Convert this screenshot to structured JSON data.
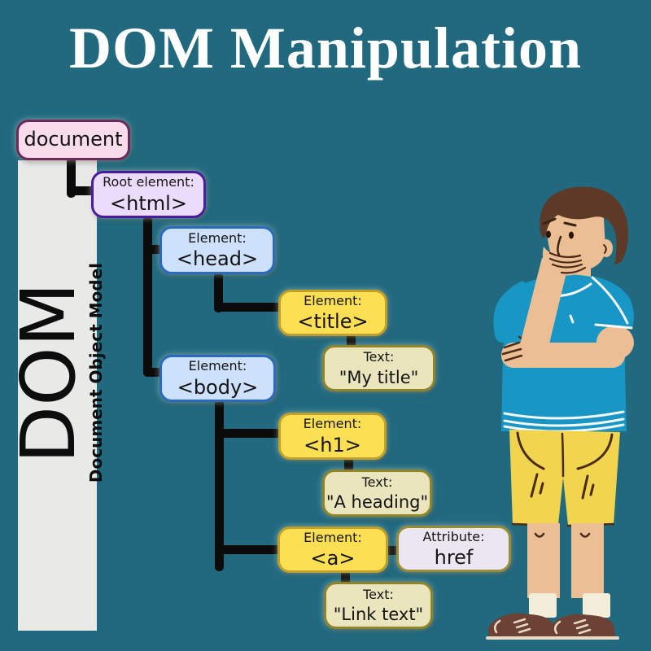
{
  "header": {
    "title": "DOM Manipulation"
  },
  "sidebar": {
    "acronym": "DOM",
    "caption": "Document Object Model"
  },
  "tree": {
    "nodes": [
      {
        "id": "document",
        "label": "",
        "value": "document",
        "type": "document",
        "parent": null
      },
      {
        "id": "html",
        "label": "Root element:",
        "value": "<html>",
        "type": "root-element",
        "parent": "document"
      },
      {
        "id": "head",
        "label": "Element:",
        "value": "<head>",
        "type": "element",
        "parent": "html"
      },
      {
        "id": "title",
        "label": "Element:",
        "value": "<title>",
        "type": "element",
        "parent": "head"
      },
      {
        "id": "my-title",
        "label": "Text:",
        "value": "\"My title\"",
        "type": "text",
        "parent": "title"
      },
      {
        "id": "body",
        "label": "Element:",
        "value": "<body>",
        "type": "element",
        "parent": "html"
      },
      {
        "id": "h1",
        "label": "Element:",
        "value": "<h1>",
        "type": "element",
        "parent": "body"
      },
      {
        "id": "a-heading",
        "label": "Text:",
        "value": "\"A heading\"",
        "type": "text",
        "parent": "h1"
      },
      {
        "id": "a",
        "label": "Element:",
        "value": "<a>",
        "type": "element",
        "parent": "body"
      },
      {
        "id": "href",
        "label": "Attribute:",
        "value": "href",
        "type": "attribute",
        "parent": "a"
      },
      {
        "id": "link-text",
        "label": "Text:",
        "value": "\"Link text\"",
        "type": "text",
        "parent": "a"
      }
    ]
  },
  "illustration": {
    "name": "thinking-man"
  },
  "colors": {
    "background": "#20697f",
    "bar": "#e9e9e7",
    "connector": "#0b0b0b",
    "document_fill": "#f8dcec",
    "document_border": "#6d2a58",
    "root_fill": "#ecdcfb",
    "root_border": "#4b1b9e",
    "element_fill": "#cde0fc",
    "element_border": "#2a6abe",
    "element_alt_fill": "#fcdf52",
    "element_alt_border": "#bfa129",
    "text_fill": "#eae5bd",
    "text_border": "#8f8426",
    "attribute_fill": "#ebe6f1",
    "attribute_border": "#998c33",
    "shirt": "#1896c6",
    "shorts": "#f1d54f",
    "skin": "#ecbe93",
    "hair": "#5d3a28",
    "shoes": "#6b4233"
  }
}
